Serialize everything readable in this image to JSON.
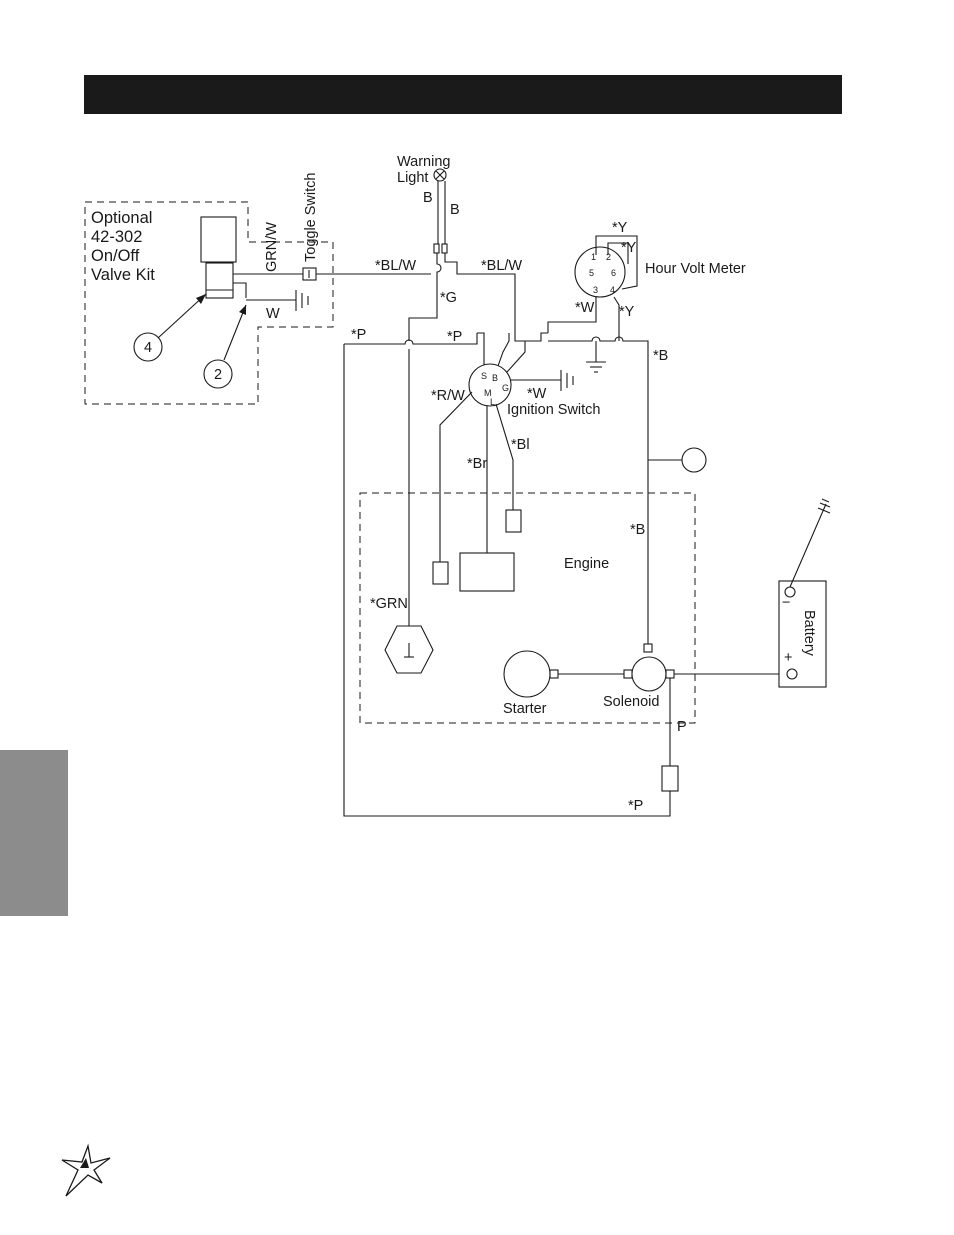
{
  "components": {
    "warning_light": {
      "line1": "Warning",
      "line2": "Light"
    },
    "toggle_switch": "Toggle Switch",
    "hour_volt_meter": "Hour Volt Meter",
    "ignition_switch": "Ignition Switch",
    "engine": "Engine",
    "starter": "Starter",
    "solenoid": "Solenoid",
    "battery": "Battery",
    "battery_neg": "−",
    "battery_pos": "+",
    "kit": {
      "line1": "Optional",
      "line2": "42-302",
      "line3": "On/Off",
      "line4": "Valve Kit"
    }
  },
  "callouts": {
    "c4": "4",
    "c2": "2"
  },
  "meter_pins": {
    "p1": "1",
    "p2": "2",
    "p3": "3",
    "p4": "4",
    "p5": "5",
    "p6": "6"
  },
  "switch_pins": {
    "s": "S",
    "b": "B",
    "g": "G",
    "m": "M",
    "l": "L"
  },
  "wire_labels": {
    "b1": "B",
    "b2": "B",
    "grn_w": "GRN/W",
    "bl_w_1": "*BL/W",
    "bl_w_2": "*BL/W",
    "g": "*G",
    "y1": "*Y",
    "y2": "*Y",
    "y3": "*Y",
    "w_meter": "*W",
    "w_kit": "W",
    "p1": "*P",
    "p2": "*P",
    "b_right": "*B",
    "r_w": "*R/W",
    "w_switch": "*W",
    "bl": "*Bl",
    "br": "*Br",
    "b_engine": "*B",
    "grn": "*GRN",
    "p_plain": "P",
    "p_bottom": "*P"
  },
  "colors": {
    "ink": "#1a1a1a",
    "tab": "#8c8c8c"
  }
}
